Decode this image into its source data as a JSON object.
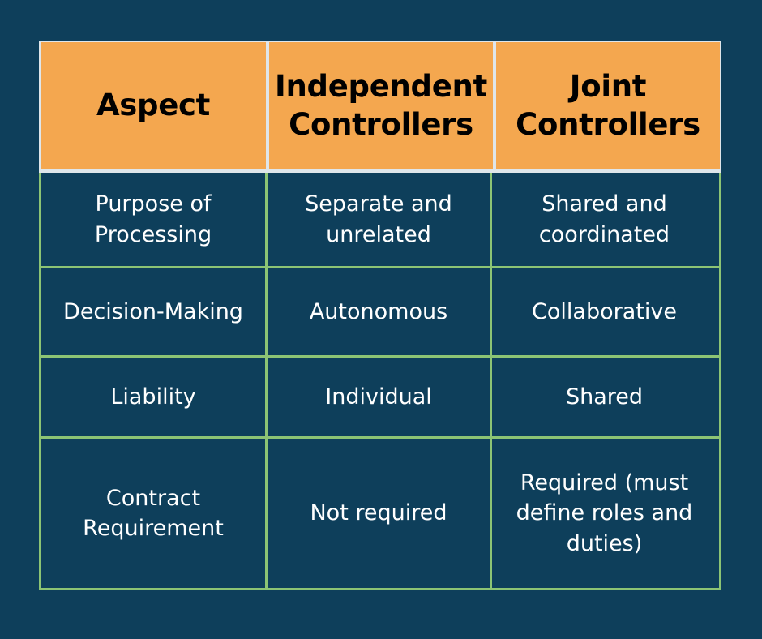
{
  "colors": {
    "background": "#0E3F5B",
    "header_fill": "#F4A74F",
    "header_text": "#000000",
    "grid_line": "#8CC474",
    "header_gap": "#DFE6EA",
    "body_text": "#FFFFFF"
  },
  "table": {
    "headers": [
      "Aspect",
      "Independent Controllers",
      "Joint Controllers"
    ],
    "rows": [
      {
        "aspect": "Purpose of Processing",
        "independent": "Separate and unrelated",
        "joint": "Shared and coordinated"
      },
      {
        "aspect": "Decision-Making",
        "independent": "Autonomous",
        "joint": "Collaborative"
      },
      {
        "aspect": "Liability",
        "independent": "Individual",
        "joint": "Shared"
      },
      {
        "aspect": "Contract Requirement",
        "independent": "Not required",
        "joint": "Required (must define roles and duties)"
      }
    ]
  }
}
